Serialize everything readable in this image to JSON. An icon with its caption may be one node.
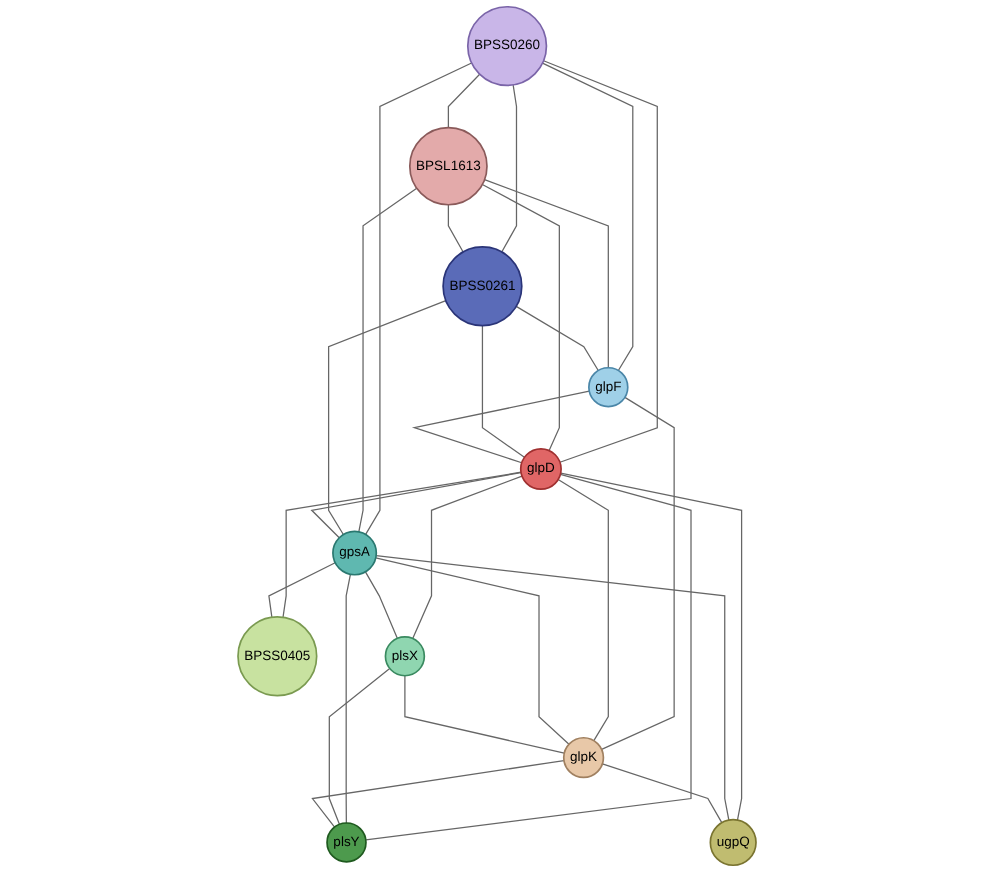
{
  "diagram": {
    "nodes": [
      {
        "text": [
          "BPSS0260"
        ]
      },
      {
        "text": [
          "BPSL1613"
        ]
      },
      {
        "text": [
          "BPSS0261"
        ]
      },
      {
        "text": [
          "glpF"
        ]
      },
      {
        "text": [
          "glpD"
        ]
      },
      {
        "text": [
          "gpsA"
        ]
      },
      {
        "text": [
          "BPSS0405"
        ]
      },
      {
        "text": [
          "plsX"
        ]
      },
      {
        "text": [
          "glpK"
        ]
      },
      {
        "text": [
          "plsY"
        ]
      },
      {
        "text": [
          "ugpQ"
        ]
      }
    ],
    "edges": [
      {
        "from": 0,
        "to": 1,
        "arrow": "none"
      },
      {
        "from": 0,
        "to": 2,
        "arrow": "none"
      },
      {
        "from": 0,
        "to": 3,
        "arrow": "none"
      },
      {
        "from": 0,
        "to": 4,
        "arrow": "none"
      },
      {
        "from": 0,
        "to": 5,
        "arrow": "none"
      },
      {
        "from": 1,
        "to": 2,
        "arrow": "none"
      },
      {
        "from": 1,
        "to": 3,
        "arrow": "none"
      },
      {
        "from": 1,
        "to": 4,
        "arrow": "none"
      },
      {
        "from": 1,
        "to": 5,
        "arrow": "none"
      },
      {
        "from": 2,
        "to": 3,
        "arrow": "none"
      },
      {
        "from": 2,
        "to": 4,
        "arrow": "none"
      },
      {
        "from": 2,
        "to": 5,
        "arrow": "none"
      },
      {
        "from": 3,
        "to": 4,
        "arrow": "none"
      },
      {
        "from": 3,
        "to": 8,
        "arrow": "none"
      },
      {
        "from": 4,
        "to": 5,
        "arrow": "none"
      },
      {
        "from": 4,
        "to": 6,
        "arrow": "none"
      },
      {
        "from": 5,
        "to": 6,
        "arrow": "none"
      },
      {
        "from": 4,
        "to": 7,
        "arrow": "none"
      },
      {
        "from": 4,
        "to": 8,
        "arrow": "none"
      },
      {
        "from": 4,
        "to": 9,
        "arrow": "none"
      },
      {
        "from": 4,
        "to": 10,
        "arrow": "none"
      },
      {
        "from": 5,
        "to": 7,
        "arrow": "none"
      },
      {
        "from": 5,
        "to": 8,
        "arrow": "none"
      },
      {
        "from": 5,
        "to": 9,
        "arrow": "none"
      },
      {
        "from": 5,
        "to": 10,
        "arrow": "none"
      },
      {
        "from": 7,
        "to": 8,
        "arrow": "none"
      },
      {
        "from": 7,
        "to": 9,
        "arrow": "none"
      },
      {
        "from": 8,
        "to": 9,
        "arrow": "none"
      },
      {
        "from": 8,
        "to": 10,
        "arrow": "none"
      }
    ]
  }
}
